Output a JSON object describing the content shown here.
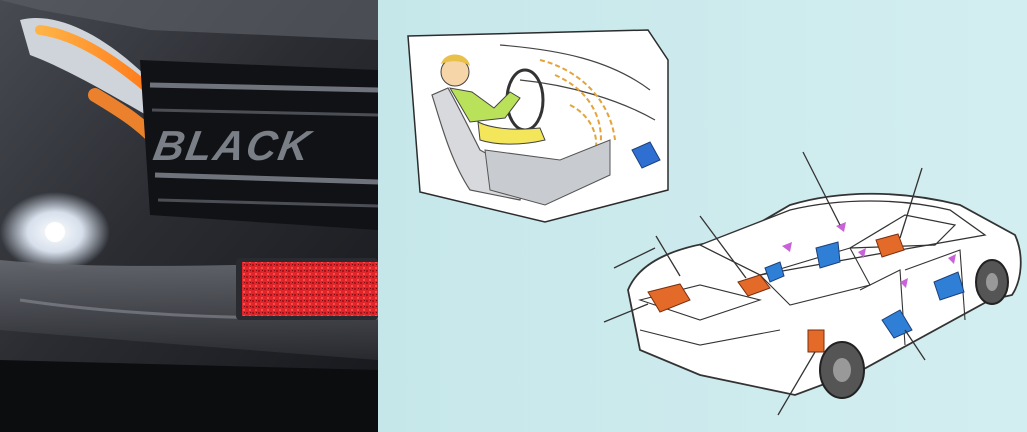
{
  "photo": {
    "grille_lettering": "BLACK",
    "plate_state": "censored"
  },
  "illustrations": {
    "cabin": {
      "occupant": "driver"
    },
    "car": {
      "callout_count": 8
    }
  }
}
